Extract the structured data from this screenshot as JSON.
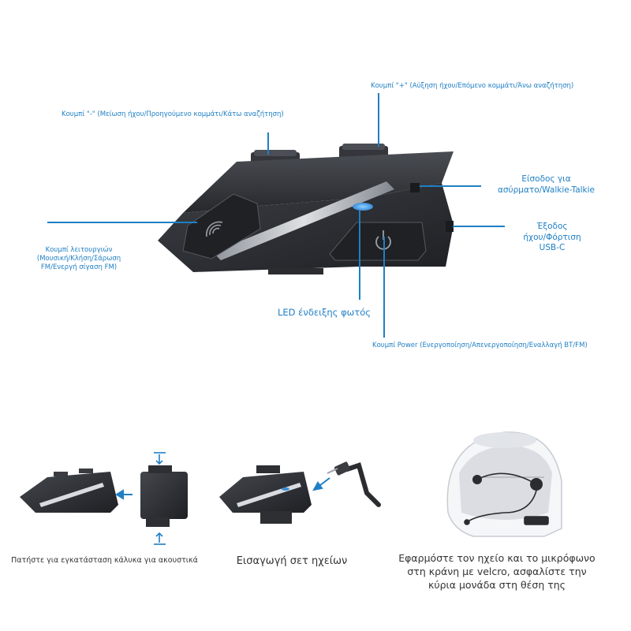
{
  "labels": {
    "minus_button": "Κουμπί \"-\" (Μείωση ήχου/Προηγούμενο κομμάτι/Κάτω αναζήτηση)",
    "plus_button": "Κουμπί \"+\" (Αύξηση ήχου/Επόμενο κομμάτι/Άνω αναζήτηση)",
    "radio_input_line1": "Είσοδος για",
    "radio_input_line2": "ασύρματο/Walkie-Talkie",
    "audio_output_line1": "Έξοδος",
    "audio_output_line2": "ήχου/Φόρτιση",
    "audio_output_line3": "USB-C",
    "function_button_line1": "Κουμπί λειτουργιών",
    "function_button_line2": "(Μουσική/Κλήση/Σάρωση",
    "function_button_line3": "FM/Ενεργή σίγαση FM)",
    "led_indicator": "LED ένδειξης φωτός",
    "power_button": "Κουμπί Power (Ενεργοποίηση/Απενεργοποίηση/Εναλλαγή BT/FM)"
  },
  "steps": {
    "step1": "Πατήστε για εγκατάσταση κάλυκα για ακουστικά",
    "step2": "Εισαγωγή σετ ηχείων",
    "step3_line1": "Εφαρμόστε τον ηχείο και το μικρόφωνο",
    "step3_line2": "στη κράνη με velcro, ασφαλίστε την",
    "step3_line3": "κύρια μονάδα στη θέση της"
  },
  "colors": {
    "label_blue": "#1f7fc4",
    "device_dark": "#2c2e33",
    "led_blue": "#3a8fd8"
  }
}
